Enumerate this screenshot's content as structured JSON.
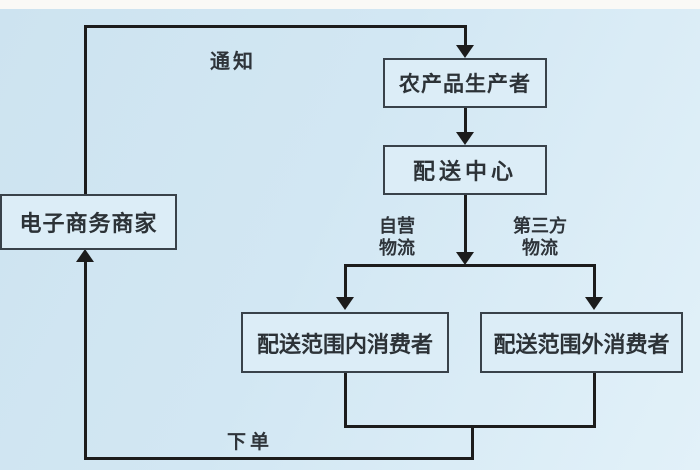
{
  "diagram": {
    "type": "flowchart",
    "nodes": {
      "producer": {
        "label": "农产品生产者"
      },
      "distribution_center": {
        "label": "配送中心"
      },
      "merchant": {
        "label": "电子商务商家"
      },
      "consumer_inside": {
        "label": "配送范围内消费者"
      },
      "consumer_outside": {
        "label": "配送范围外消费者"
      }
    },
    "edge_labels": {
      "notify": "通知",
      "self_logistics": {
        "line1": "自营",
        "line2": "物流"
      },
      "third_party_logistics": {
        "line1": "第三方",
        "line2": "物流"
      },
      "place_order": "下单"
    },
    "edges": [
      {
        "from": "merchant",
        "to": "producer",
        "label": "通知"
      },
      {
        "from": "producer",
        "to": "distribution_center",
        "label": ""
      },
      {
        "from": "distribution_center",
        "to": "consumer_inside",
        "label": "自营物流"
      },
      {
        "from": "distribution_center",
        "to": "consumer_outside",
        "label": "第三方物流"
      },
      {
        "from": "consumer_inside",
        "to": "merchant",
        "label": "下单"
      },
      {
        "from": "consumer_outside",
        "to": "merchant",
        "label": "下单"
      }
    ],
    "colors": {
      "background": "#d2e7f3",
      "box_fill": "#dcedf7",
      "box_border": "#39424a",
      "line": "#1c1c1c",
      "text": "#2c3237"
    }
  }
}
